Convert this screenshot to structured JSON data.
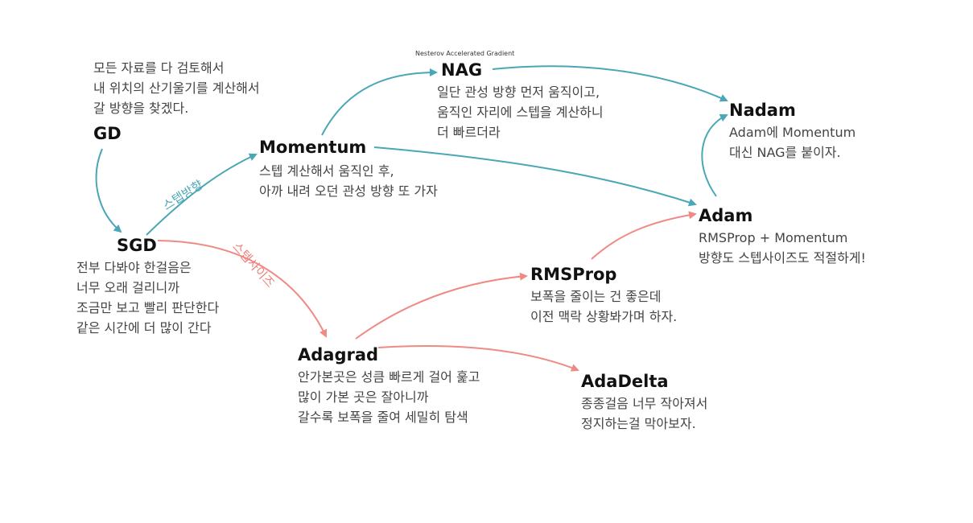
{
  "colors": {
    "teal": "#4aa7b5",
    "salmon": "#ef8a85",
    "text": "#444444",
    "title": "#111111"
  },
  "nodes": {
    "gd": {
      "title": "GD",
      "desc": [
        "모든 자료를 다 검토해서",
        "내 위치의 산기울기를 계산해서",
        "갈 방향을 찾겠다."
      ]
    },
    "sgd": {
      "title": "SGD",
      "desc": [
        "전부 다봐야 한걸음은",
        "너무 오래 걸리니까",
        "조금만 보고 빨리 판단한다",
        "같은 시간에 더 많이 간다"
      ]
    },
    "momentum": {
      "title": "Momentum",
      "desc": [
        "스텝 계산해서 움직인 후,",
        "아까 내려 오던 관성 방향 또 가자"
      ]
    },
    "nag": {
      "title": "NAG",
      "full_name": "Nesterov Accelerated Gradient",
      "desc": [
        "일단 관성 방향 먼저 움직이고,",
        "움직인 자리에 스텝을 계산하니",
        "더 빠르더라"
      ]
    },
    "nadam": {
      "title": "Nadam",
      "desc": [
        "Adam에 Momentum",
        "대신 NAG를 붙이자."
      ]
    },
    "adam": {
      "title": "Adam",
      "desc": [
        "RMSProp + Momentum",
        "방향도 스텝사이즈도 적절하게!"
      ]
    },
    "rmsprop": {
      "title": "RMSProp",
      "desc": [
        "보폭을 줄이는 건 좋은데",
        "이전 맥락 상황봐가며 하자."
      ]
    },
    "adagrad": {
      "title": "Adagrad",
      "desc": [
        "안가본곳은 성큼 빠르게 걸어 훑고",
        "많이 가본 곳은 잘아니까",
        "갈수록 보폭을 줄여 세밀히 탐색"
      ]
    },
    "adadelta": {
      "title": "AdaDelta",
      "desc": [
        "종종걸음 너무 작아져서",
        "정지하는걸 막아보자."
      ]
    }
  },
  "edge_labels": {
    "direction": "스텝방향",
    "step_size": "스텝사이즈"
  },
  "edges": [
    {
      "from": "GD",
      "to": "SGD",
      "color": "teal"
    },
    {
      "from": "SGD",
      "to": "Momentum",
      "color": "teal"
    },
    {
      "from": "Momentum",
      "to": "NAG",
      "color": "teal"
    },
    {
      "from": "NAG",
      "to": "Nadam",
      "color": "teal"
    },
    {
      "from": "Momentum",
      "to": "Adam",
      "color": "teal"
    },
    {
      "from": "Adam",
      "to": "Nadam",
      "color": "teal"
    },
    {
      "from": "SGD",
      "to": "Adagrad",
      "color": "salmon"
    },
    {
      "from": "Adagrad",
      "to": "RMSProp",
      "color": "salmon"
    },
    {
      "from": "RMSProp",
      "to": "Adam",
      "color": "salmon"
    },
    {
      "from": "Adagrad",
      "to": "AdaDelta",
      "color": "salmon"
    }
  ]
}
